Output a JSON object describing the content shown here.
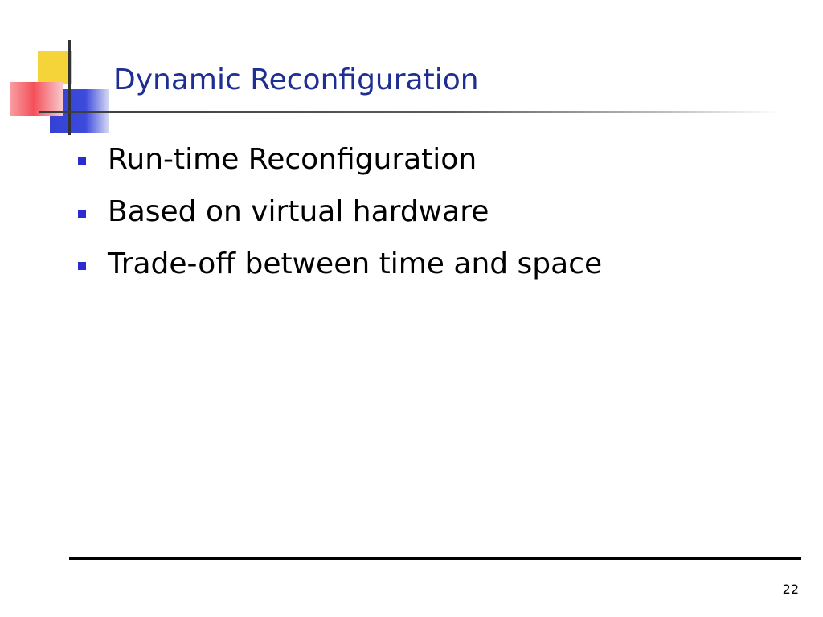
{
  "slide": {
    "title": "Dynamic Reconfiguration",
    "bullets": [
      "Run-time Reconfiguration",
      "Based on virtual hardware",
      "Trade-off between time and space"
    ],
    "slide_number": "22"
  },
  "colors": {
    "title": "#1f2e93",
    "bullet_marker": "#2b2bd4",
    "logo_yellow": "#f5d43a",
    "logo_red": "#f4505a",
    "logo_blue": "#3441d4"
  },
  "icons": {
    "decoration": "color-squares-logo-icon",
    "bullet": "square-bullet-icon"
  }
}
